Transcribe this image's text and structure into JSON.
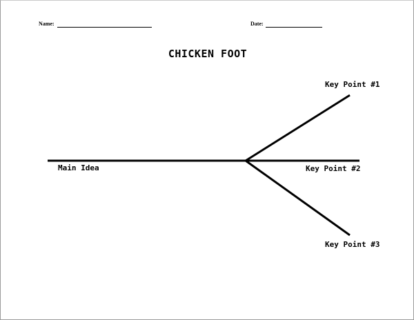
{
  "header": {
    "name_label": "Name:",
    "date_label": "Date:"
  },
  "title": "CHICKEN FOOT",
  "diagram": {
    "main_idea": "Main Idea",
    "key_points": [
      "Key Point #1",
      "Key Point #2",
      "Key Point #3"
    ]
  }
}
